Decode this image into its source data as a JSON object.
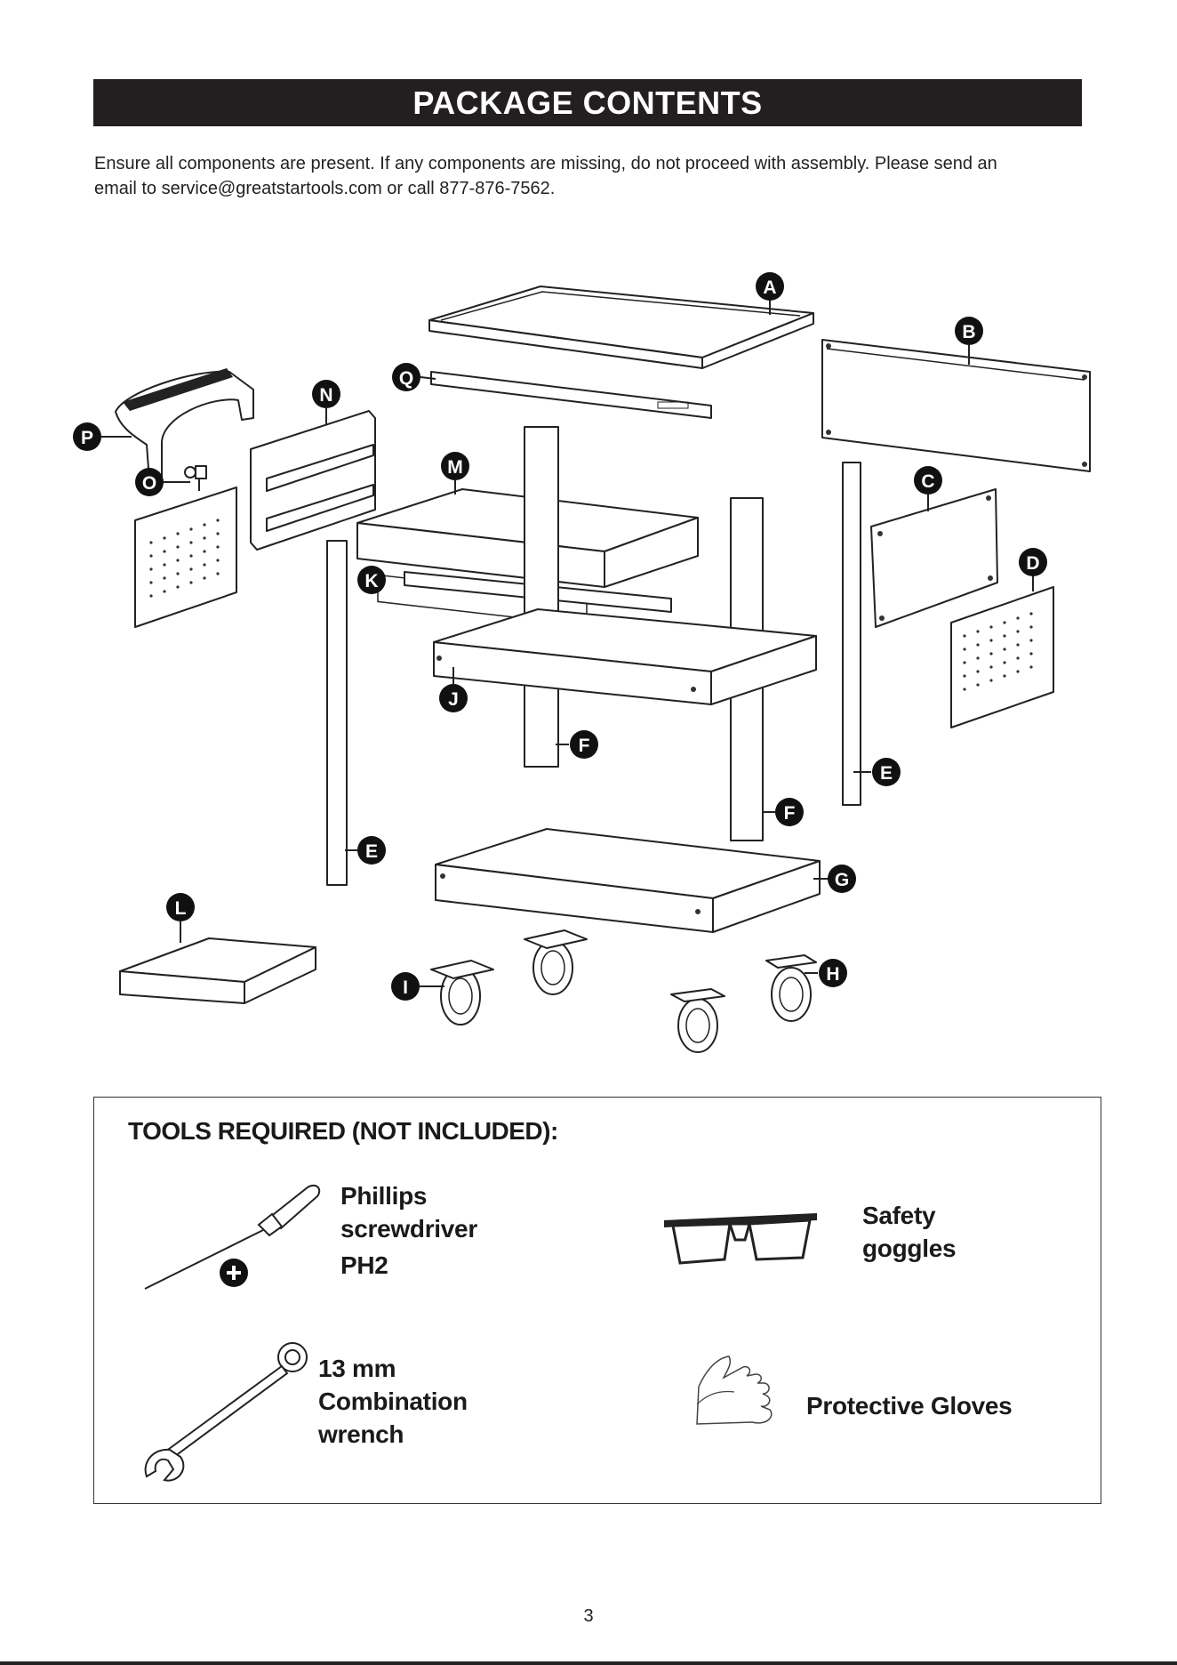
{
  "header": {
    "title": "PACKAGE CONTENTS"
  },
  "intro": {
    "line1": "Ensure all components are present. If any components are missing, do not proceed with assembly. Please send an",
    "line2": "email to service@greatstartools.com or call 877-876-7562."
  },
  "parts": {
    "A": "A",
    "B": "B",
    "C": "C",
    "D": "D",
    "E": "E",
    "F": "F",
    "G": "G",
    "H": "H",
    "I": "I",
    "J": "J",
    "K": "K",
    "L": "L",
    "M": "M",
    "N": "N",
    "O": "O",
    "P": "P",
    "Q": "Q"
  },
  "tools": {
    "title": "TOOLS REQUIRED (NOT INCLUDED):",
    "screwdriver": {
      "line1": "Phillips",
      "line2": "screwdriver",
      "line3": "PH2"
    },
    "goggles": {
      "line1": "Safety",
      "line2": "goggles"
    },
    "wrench": {
      "line1": "13 mm",
      "line2": "Combination",
      "line3": "wrench"
    },
    "gloves": {
      "line1": "Protective Gloves"
    }
  },
  "page": {
    "number": "3"
  }
}
